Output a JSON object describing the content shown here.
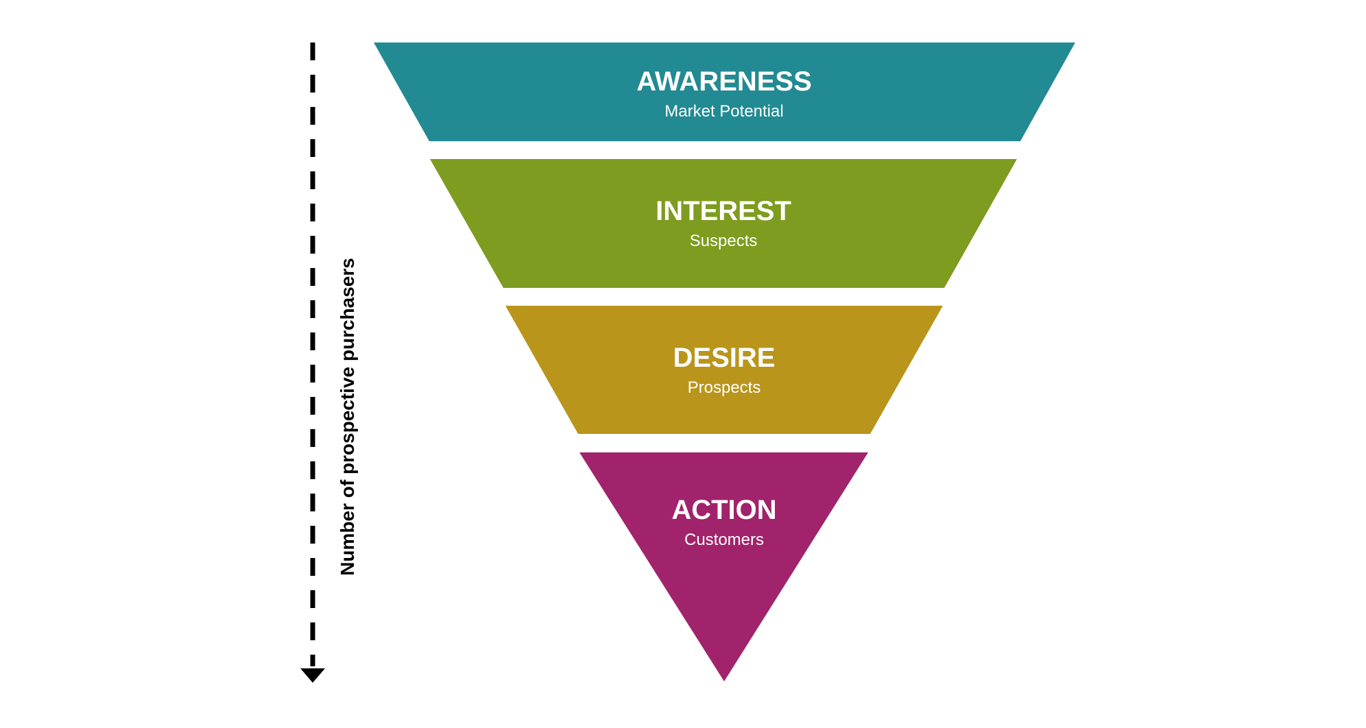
{
  "funnel": {
    "axis_label": "Number of prospective purchasers",
    "stages": [
      {
        "title": "AWARENESS",
        "subtitle": "Market Potential",
        "color": "#228a93"
      },
      {
        "title": "INTEREST",
        "subtitle": "Suspects",
        "color": "#7e9c1f"
      },
      {
        "title": "DESIRE",
        "subtitle": "Prospects",
        "color": "#b9951b"
      },
      {
        "title": "ACTION",
        "subtitle": "Customers",
        "color": "#a1236b"
      }
    ]
  }
}
